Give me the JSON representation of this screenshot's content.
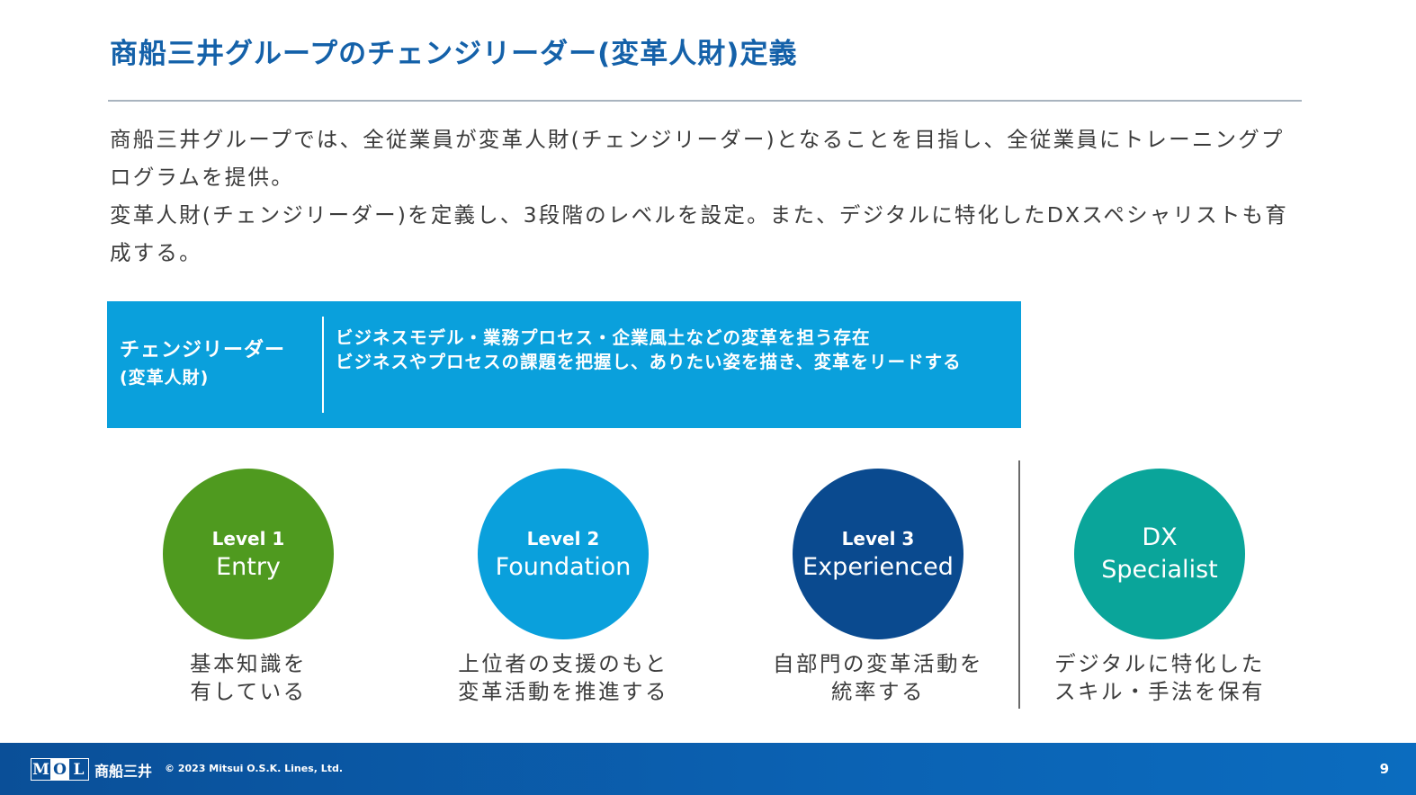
{
  "title": "商船三井グループのチェンジリーダー(変革人財)定義",
  "intro": [
    "商船三井グループでは、全従業員が変革人財(チェンジリーダー)となることを目指し、全従業員にトレーニングプログラムを提供。",
    "変革人財(チェンジリーダー)を定義し、3段階のレベルを設定。また、デジタルに特化したDXスペシャリストも育成する。"
  ],
  "definition": {
    "term": "チェンジリーダー",
    "term_sub": "(変革人財)",
    "lines": [
      "ビジネスモデル・業務プロセス・企業風土などの変革を担う存在",
      "ビジネスやプロセスの課題を把握し、ありたい姿を描き、変革をリードする"
    ]
  },
  "levels": [
    {
      "level": "Level 1",
      "name": "Entry",
      "caption1": "基本知識を",
      "caption2": "有している",
      "color": "#4f9a1f"
    },
    {
      "level": "Level 2",
      "name": "Foundation",
      "caption1": "上位者の支援のもと",
      "caption2": "変革活動を推進する",
      "color": "#0aa0dc"
    },
    {
      "level": "Level 3",
      "name": "Experienced",
      "caption1": "自部門の変革活動を",
      "caption2": "統率する",
      "color": "#0a4a8f"
    }
  ],
  "dx": {
    "line1": "DX",
    "line2": "Specialist",
    "caption1": "デジタルに特化した",
    "caption2": "スキル・手法を保有",
    "color": "#0aa59a"
  },
  "footer": {
    "logo_m": "M",
    "logo_o": "O",
    "logo_l": "L",
    "logo_jp": "商船三井",
    "copyright": "© 2023 Mitsui O.S.K. Lines, Ltd.",
    "page": "9"
  }
}
